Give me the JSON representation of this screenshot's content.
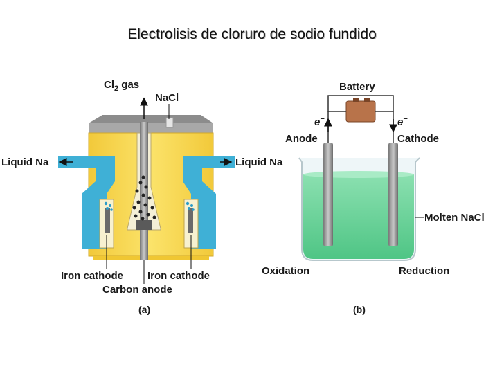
{
  "title": "Electrolisis de cloruro de sodio fundido",
  "figure_a": {
    "cl2_gas": "Cl",
    "cl2_sub": "2",
    "cl2_suffix": " gas",
    "nacl": "NaCl",
    "liquid_na_left": "Liquid Na",
    "liquid_na_right": "Liquid Na",
    "iron_cathode_left": "Iron cathode",
    "iron_cathode_right": "Iron cathode",
    "carbon_anode": "Carbon anode",
    "caption": "(a)"
  },
  "figure_b": {
    "battery": "Battery",
    "electron_left": "e",
    "electron_right": "e",
    "electron_sup": "−",
    "anode": "Anode",
    "cathode": "Cathode",
    "molten_nacl": "Molten NaCl",
    "oxidation": "Oxidation",
    "reduction": "Reduction",
    "caption": "(b)"
  },
  "colors": {
    "molten_yellow": "#f6d445",
    "pipe_blue": "#3fb0d6",
    "molten_green": "#5fcf92",
    "battery_brown": "#b8734a"
  }
}
